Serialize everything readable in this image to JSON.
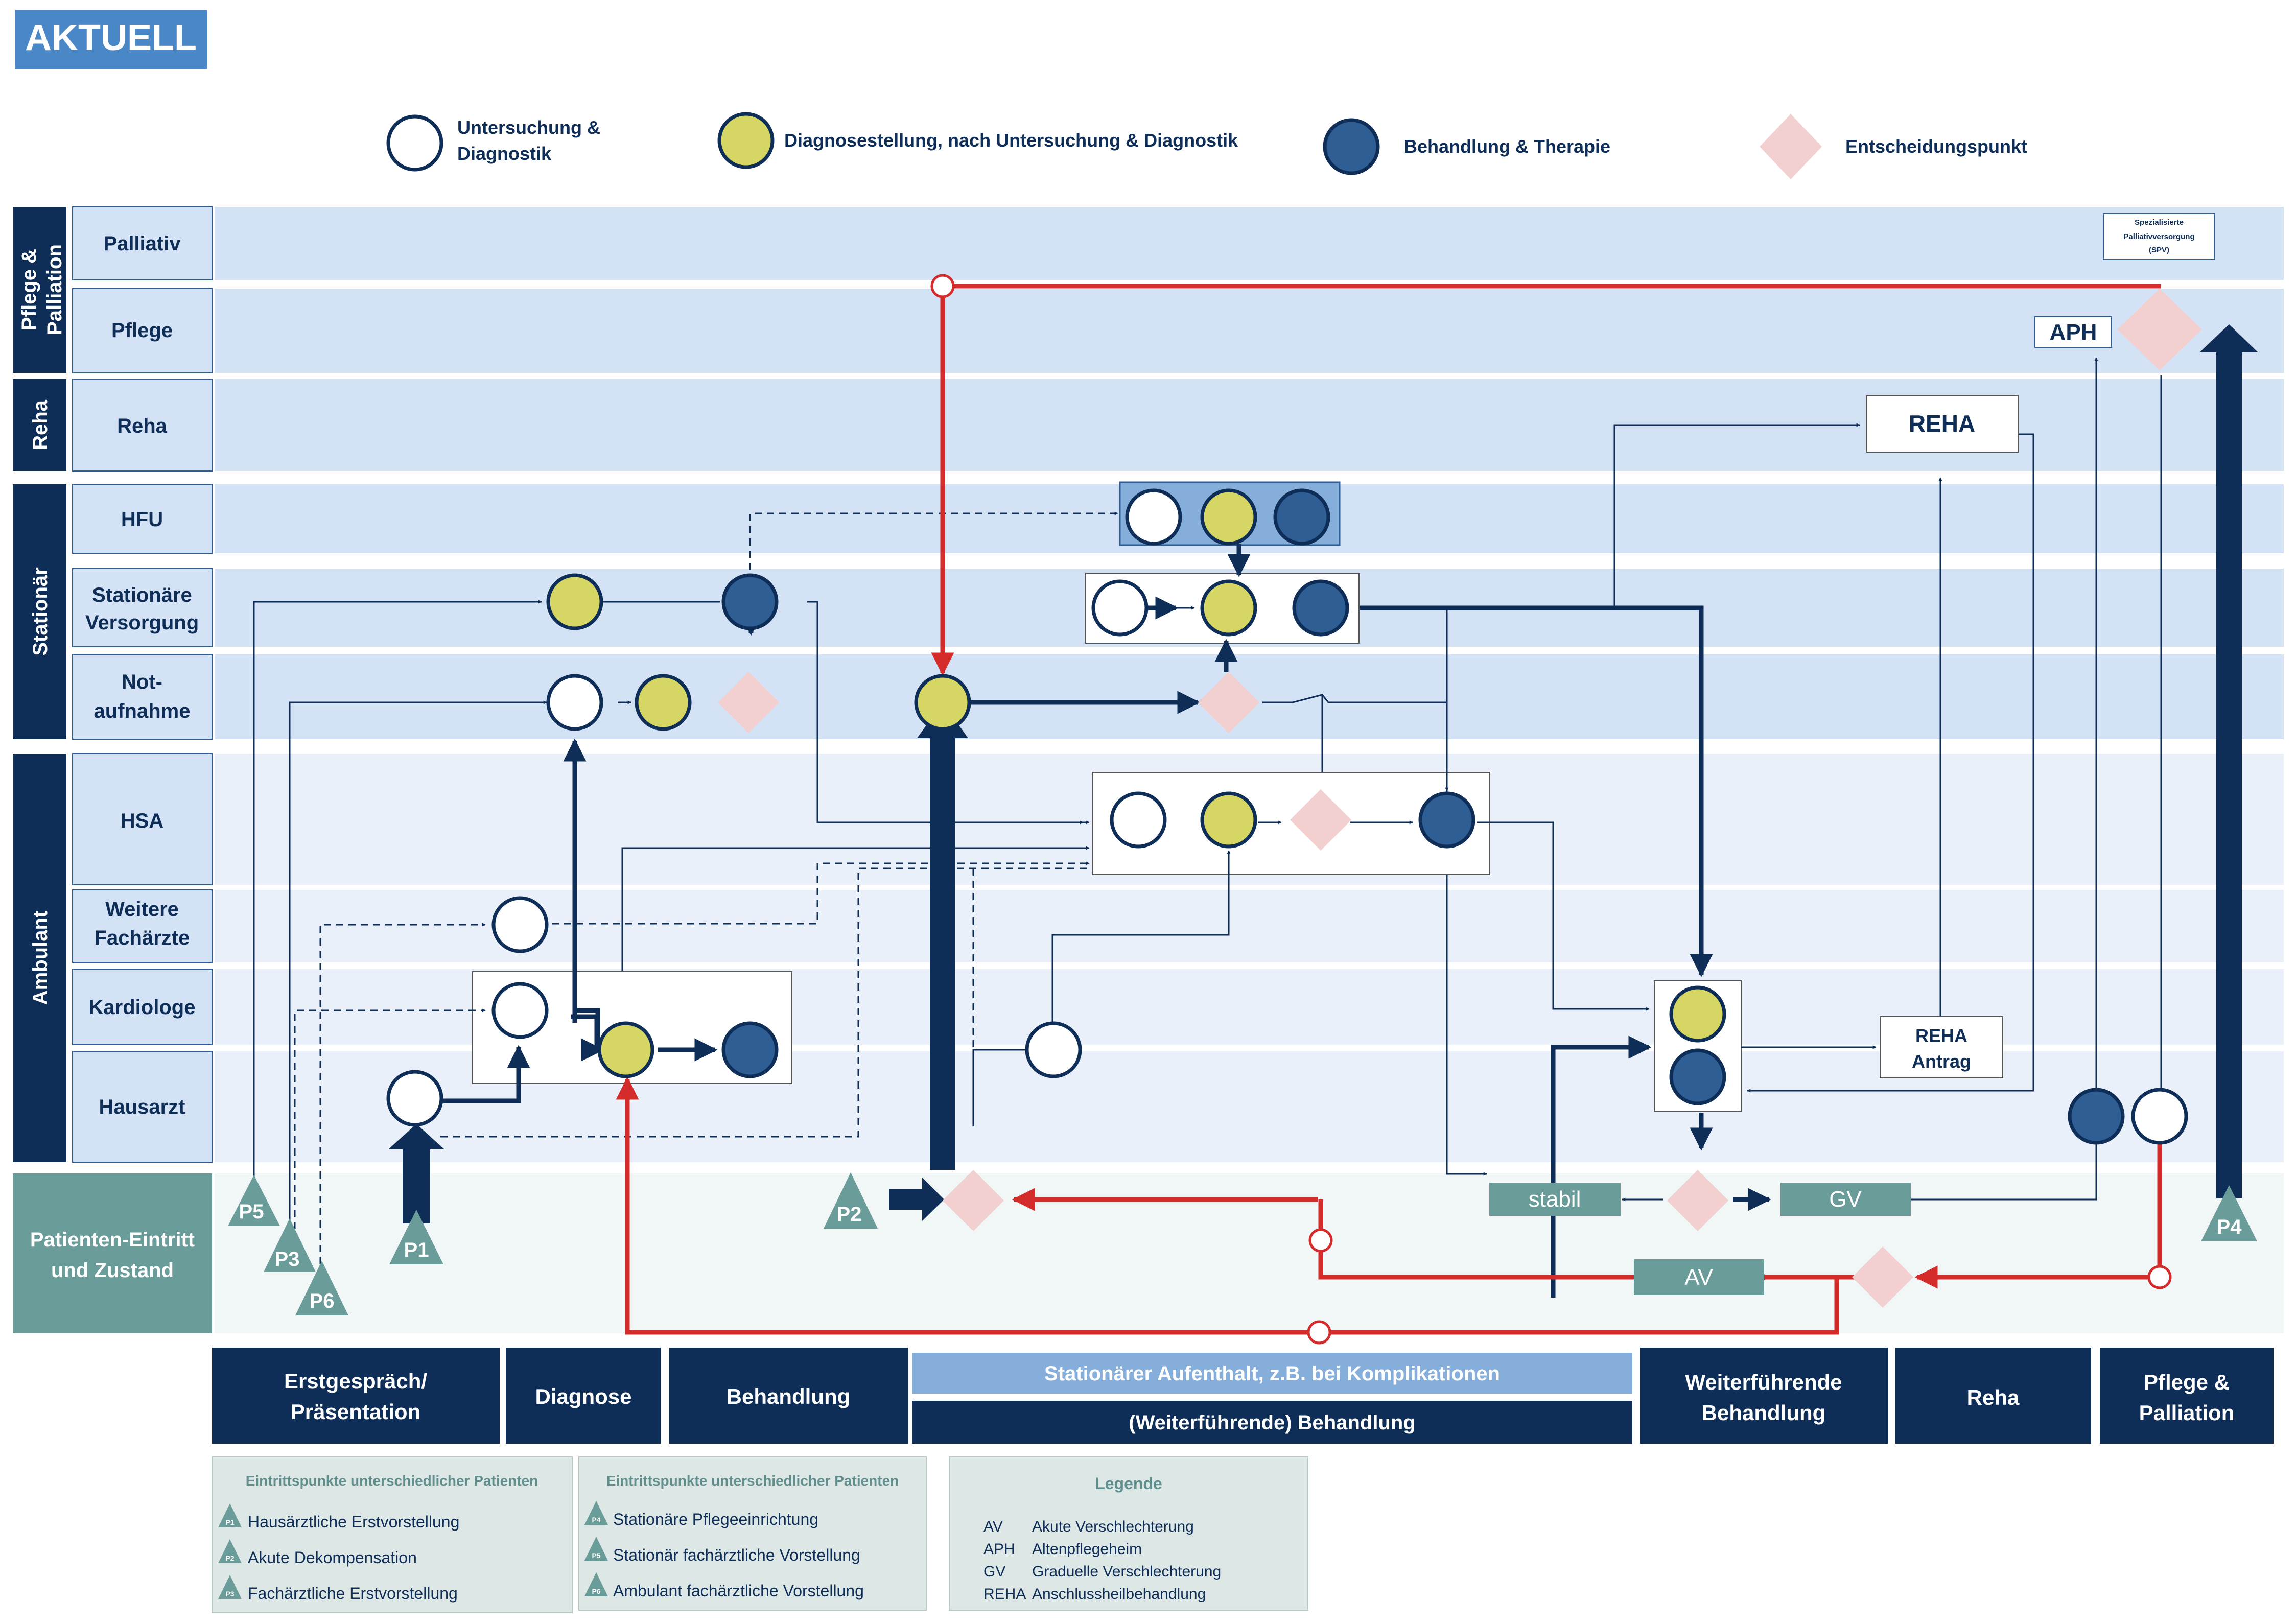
{
  "title": "AKTUELL",
  "colors": {
    "navy": "#0e2d57",
    "red": "#d42b2b",
    "yellow": "#d6d664",
    "blue_node": "#2e5e93",
    "diamond": "#f2d0d0",
    "teal": "#6a9c9a",
    "band": "#d4e2f5",
    "band_light": "#eaf0fa",
    "box": "#4a87c6",
    "light_phase": "#86aedb"
  },
  "legend_top": [
    {
      "kind": "circle-white",
      "label": "Untersuchung & Diagnostik"
    },
    {
      "kind": "circle-yellow",
      "label": "Diagnosestellung, nach Untersuchung & Diagnostik"
    },
    {
      "kind": "circle-blue",
      "label": "Behandlung & Therapie"
    },
    {
      "kind": "diamond",
      "label": "Entscheidungspunkt"
    }
  ],
  "groups": [
    "Pflege & Palliation",
    "Reha",
    "Stationär",
    "Ambulant"
  ],
  "lanes": [
    "Palliativ",
    "Pflege",
    "Reha",
    "HFU",
    "Stationäre Versorgung",
    "Not-aufnahme",
    "HSA",
    "Weitere Fachärzte",
    "Kardiologe",
    "Hausarzt"
  ],
  "entry_lane": "Patienten-Eintritt und Zustand",
  "entry_points": [
    "P1",
    "P2",
    "P3",
    "P4",
    "P5",
    "P6"
  ],
  "boxes": {
    "spv": "Spezialisierte Palliativversorgung (SPV)",
    "aph": "APH",
    "reha": "REHA",
    "reha_antrag": "REHA Antrag",
    "stabil": "stabil",
    "gv": "GV",
    "av": "AV"
  },
  "phases": {
    "p1": "Erstgespräch/ Präsentation",
    "p2": "Diagnose",
    "p3": "Behandlung",
    "p4a": "Stationärer Aufenthalt, z.B. bei Komplikationen",
    "p4b": "(Weiterführende) Behandlung",
    "p5": "Weiterführende Behandlung",
    "p6": "Reha",
    "p7": "Pflege & Palliation"
  },
  "bottom_legend": {
    "box1_title": "Eintrittspunkte unterschiedlicher Patienten",
    "box1": [
      {
        "tag": "P1",
        "label": "Hausärztliche Erstvorstellung"
      },
      {
        "tag": "P2",
        "label": "Akute Dekompensation"
      },
      {
        "tag": "P3",
        "label": "Fachärztliche Erstvorstellung"
      }
    ],
    "box2_title": "Eintrittspunkte unterschiedlicher Patienten",
    "box2": [
      {
        "tag": "P4",
        "label": "Stationäre Pflegeeinrichtung"
      },
      {
        "tag": "P5",
        "label": "Stationär fachärztliche Vorstellung"
      },
      {
        "tag": "P6",
        "label": "Ambulant fachärztliche Vorstellung"
      }
    ],
    "box3_title": "Legende",
    "box3": [
      {
        "abbr": "AV",
        "label": "Akute Verschlechterung"
      },
      {
        "abbr": "APH",
        "label": "Altenpflegeheim"
      },
      {
        "abbr": "GV",
        "label": "Graduelle Verschlechterung"
      },
      {
        "abbr": "REHA",
        "label": "Anschlussheilbehandlung"
      }
    ]
  }
}
